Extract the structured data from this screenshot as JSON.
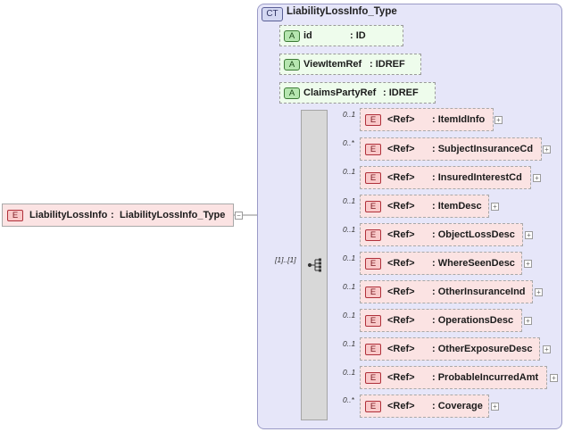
{
  "root": {
    "badge": "E",
    "name": "LiabilityLossInfo",
    "type": "LiabilityLossInfo_Type"
  },
  "complex_type": {
    "badge": "CT",
    "name": "LiabilityLossInfo_Type"
  },
  "attributes": [
    {
      "badge": "A",
      "name": "id",
      "type": ": ID"
    },
    {
      "badge": "A",
      "name": "ViewItemRef",
      "type": ": IDREF"
    },
    {
      "badge": "A",
      "name": "ClaimsPartyRef",
      "type": ": IDREF"
    }
  ],
  "sequence": {
    "cardinality": "[1]..[1]"
  },
  "elements": [
    {
      "badge": "E",
      "ref": "<Ref>",
      "name": ": ItemIdInfo",
      "cardinality": "0..1"
    },
    {
      "badge": "E",
      "ref": "<Ref>",
      "name": ": SubjectInsuranceCd",
      "cardinality": "0..*"
    },
    {
      "badge": "E",
      "ref": "<Ref>",
      "name": ": InsuredInterestCd",
      "cardinality": "0..1"
    },
    {
      "badge": "E",
      "ref": "<Ref>",
      "name": ": ItemDesc",
      "cardinality": "0..1"
    },
    {
      "badge": "E",
      "ref": "<Ref>",
      "name": ": ObjectLossDesc",
      "cardinality": "0..1"
    },
    {
      "badge": "E",
      "ref": "<Ref>",
      "name": ": WhereSeenDesc",
      "cardinality": "0..1"
    },
    {
      "badge": "E",
      "ref": "<Ref>",
      "name": ": OtherInsuranceInd",
      "cardinality": "0..1"
    },
    {
      "badge": "E",
      "ref": "<Ref>",
      "name": ": OperationsDesc",
      "cardinality": "0..1"
    },
    {
      "badge": "E",
      "ref": "<Ref>",
      "name": ": OtherExposureDesc",
      "cardinality": "0..1"
    },
    {
      "badge": "E",
      "ref": "<Ref>",
      "name": ": ProbableIncurredAmt",
      "cardinality": "0..1"
    },
    {
      "badge": "E",
      "ref": "<Ref>",
      "name": ": Coverage",
      "cardinality": "0..*"
    }
  ]
}
